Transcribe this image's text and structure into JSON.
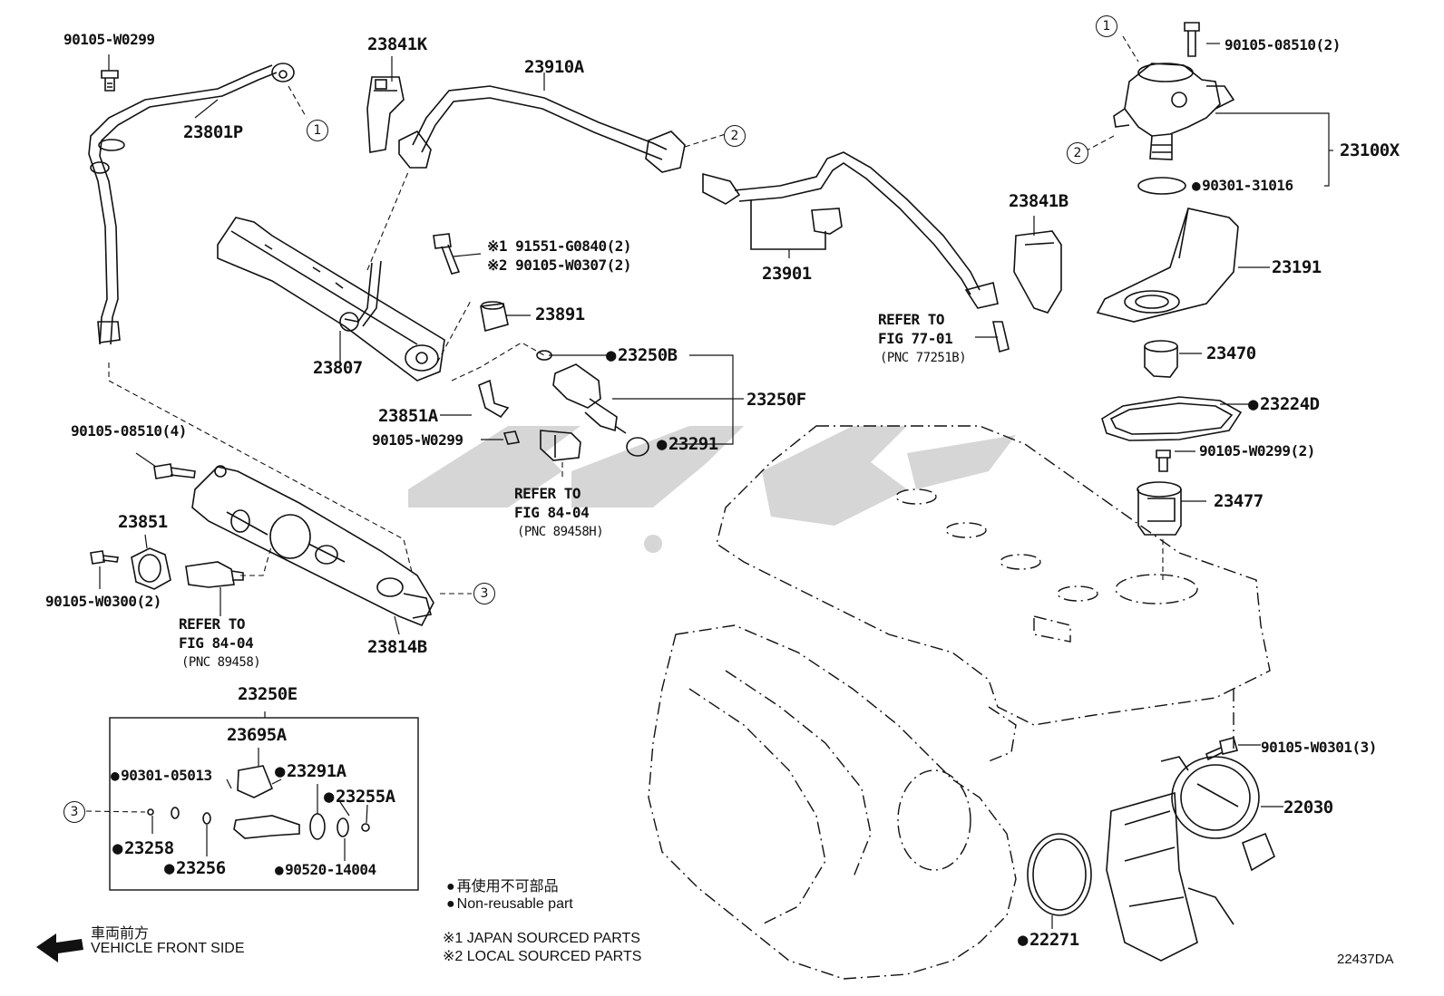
{
  "parts": {
    "p_90105_W0299_top": "90105-W0299",
    "p_23801P": "23801P",
    "p_23841K": "23841K",
    "p_23910A": "23910A",
    "p_23807": "23807",
    "p_bolt_1": "※1 91551-G0840(2)",
    "p_bolt_2": "※2 90105-W0307(2)",
    "p_23891": "23891",
    "p_23250B": "23250B",
    "p_23250F": "23250F",
    "p_23291": "23291",
    "p_23851A": "23851A",
    "p_90105_W0299_mid": "90105-W0299",
    "p_refer_8404_a_1": "REFER TO",
    "p_refer_8404_a_2": "FIG 84-04",
    "p_refer_8404_a_3": "(PNC 89458H)",
    "p_23901": "23901",
    "p_refer_7701_1": "REFER TO",
    "p_refer_7701_2": "FIG 77-01",
    "p_refer_7701_3": "(PNC 77251B)",
    "p_23841B": "23841B",
    "p_90105_08510_2": "90105-08510(2)",
    "p_23100X": "23100X",
    "p_90301_31016": "90301-31016",
    "p_23191": "23191",
    "p_23470": "23470",
    "p_23224D": "23224D",
    "p_90105_W0299_2": "90105-W0299(2)",
    "p_23477": "23477",
    "p_90105_08510_4": "90105-08510(4)",
    "p_23851": "23851",
    "p_90105_W0300_2": "90105-W0300(2)",
    "p_refer_8404_b_1": "REFER TO",
    "p_refer_8404_b_2": "FIG 84-04",
    "p_refer_8404_b_3": "(PNC 89458)",
    "p_23814B": "23814B",
    "p_23250E": "23250E",
    "p_23695A": "23695A",
    "p_90301_05013": "90301-05013",
    "p_23291A": "23291A",
    "p_23255A": "23255A",
    "p_23258": "23258",
    "p_23256": "23256",
    "p_90520_14004": "90520-14004",
    "p_90105_W0301_3": "90105-W0301(3)",
    "p_22030": "22030",
    "p_22271": "22271"
  },
  "callouts": {
    "one": "1",
    "two": "2",
    "three": "3"
  },
  "legend": {
    "nonreusable_jp": "再使用不可部品",
    "nonreusable_en": "Non-reusable part",
    "japan_sourced": "※1  JAPAN SOURCED PARTS",
    "local_sourced": "※2  LOCAL SOURCED PARTS",
    "front_jp": "車両前方",
    "front_en": "VEHICLE FRONT SIDE"
  },
  "figure_id": "22437DA",
  "colors": {
    "ink": "#111111",
    "watermark": "#c8c8c8"
  }
}
